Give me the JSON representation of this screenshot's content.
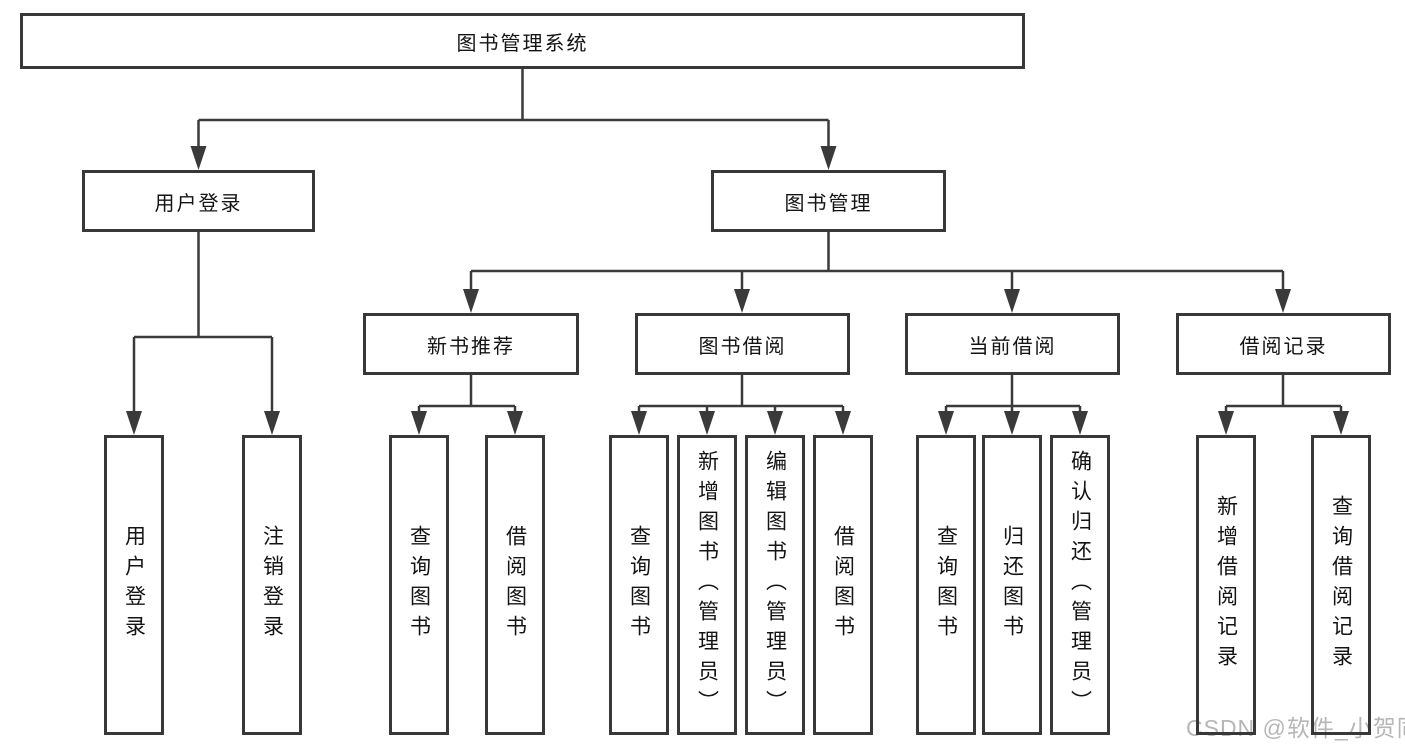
{
  "diagram": {
    "title": "图书管理系统",
    "level2": [
      {
        "label": "用户登录"
      },
      {
        "label": "图书管理"
      }
    ],
    "level3": [
      {
        "label": "新书推荐",
        "parent": "图书管理"
      },
      {
        "label": "图书借阅",
        "parent": "图书管理"
      },
      {
        "label": "当前借阅",
        "parent": "图书管理"
      },
      {
        "label": "借阅记录",
        "parent": "图书管理"
      }
    ],
    "leaves": [
      {
        "label": "用户登录",
        "parent": "用户登录"
      },
      {
        "label": "注销登录",
        "parent": "用户登录"
      },
      {
        "label": "查询图书",
        "parent": "新书推荐"
      },
      {
        "label": "借阅图书",
        "parent": "新书推荐"
      },
      {
        "label": "查询图书",
        "parent": "图书借阅"
      },
      {
        "label": "新增图书（管理员）",
        "parent": "图书借阅"
      },
      {
        "label": "编辑图书（管理员）",
        "parent": "图书借阅"
      },
      {
        "label": "借阅图书",
        "parent": "图书借阅"
      },
      {
        "label": "查询图书",
        "parent": "当前借阅"
      },
      {
        "label": "归还图书",
        "parent": "当前借阅"
      },
      {
        "label": "确认归还（管理员）",
        "parent": "当前借阅"
      },
      {
        "label": "新增借阅记录",
        "parent": "借阅记录"
      },
      {
        "label": "查询借阅记录",
        "parent": "借阅记录"
      }
    ],
    "watermark": "CSDN @软件_小贺同学",
    "colors": {
      "line": "#3a3a3a",
      "border": "#383838",
      "text": "#141414",
      "watermark": "#b6b6b6",
      "background": "#ffffff"
    }
  }
}
